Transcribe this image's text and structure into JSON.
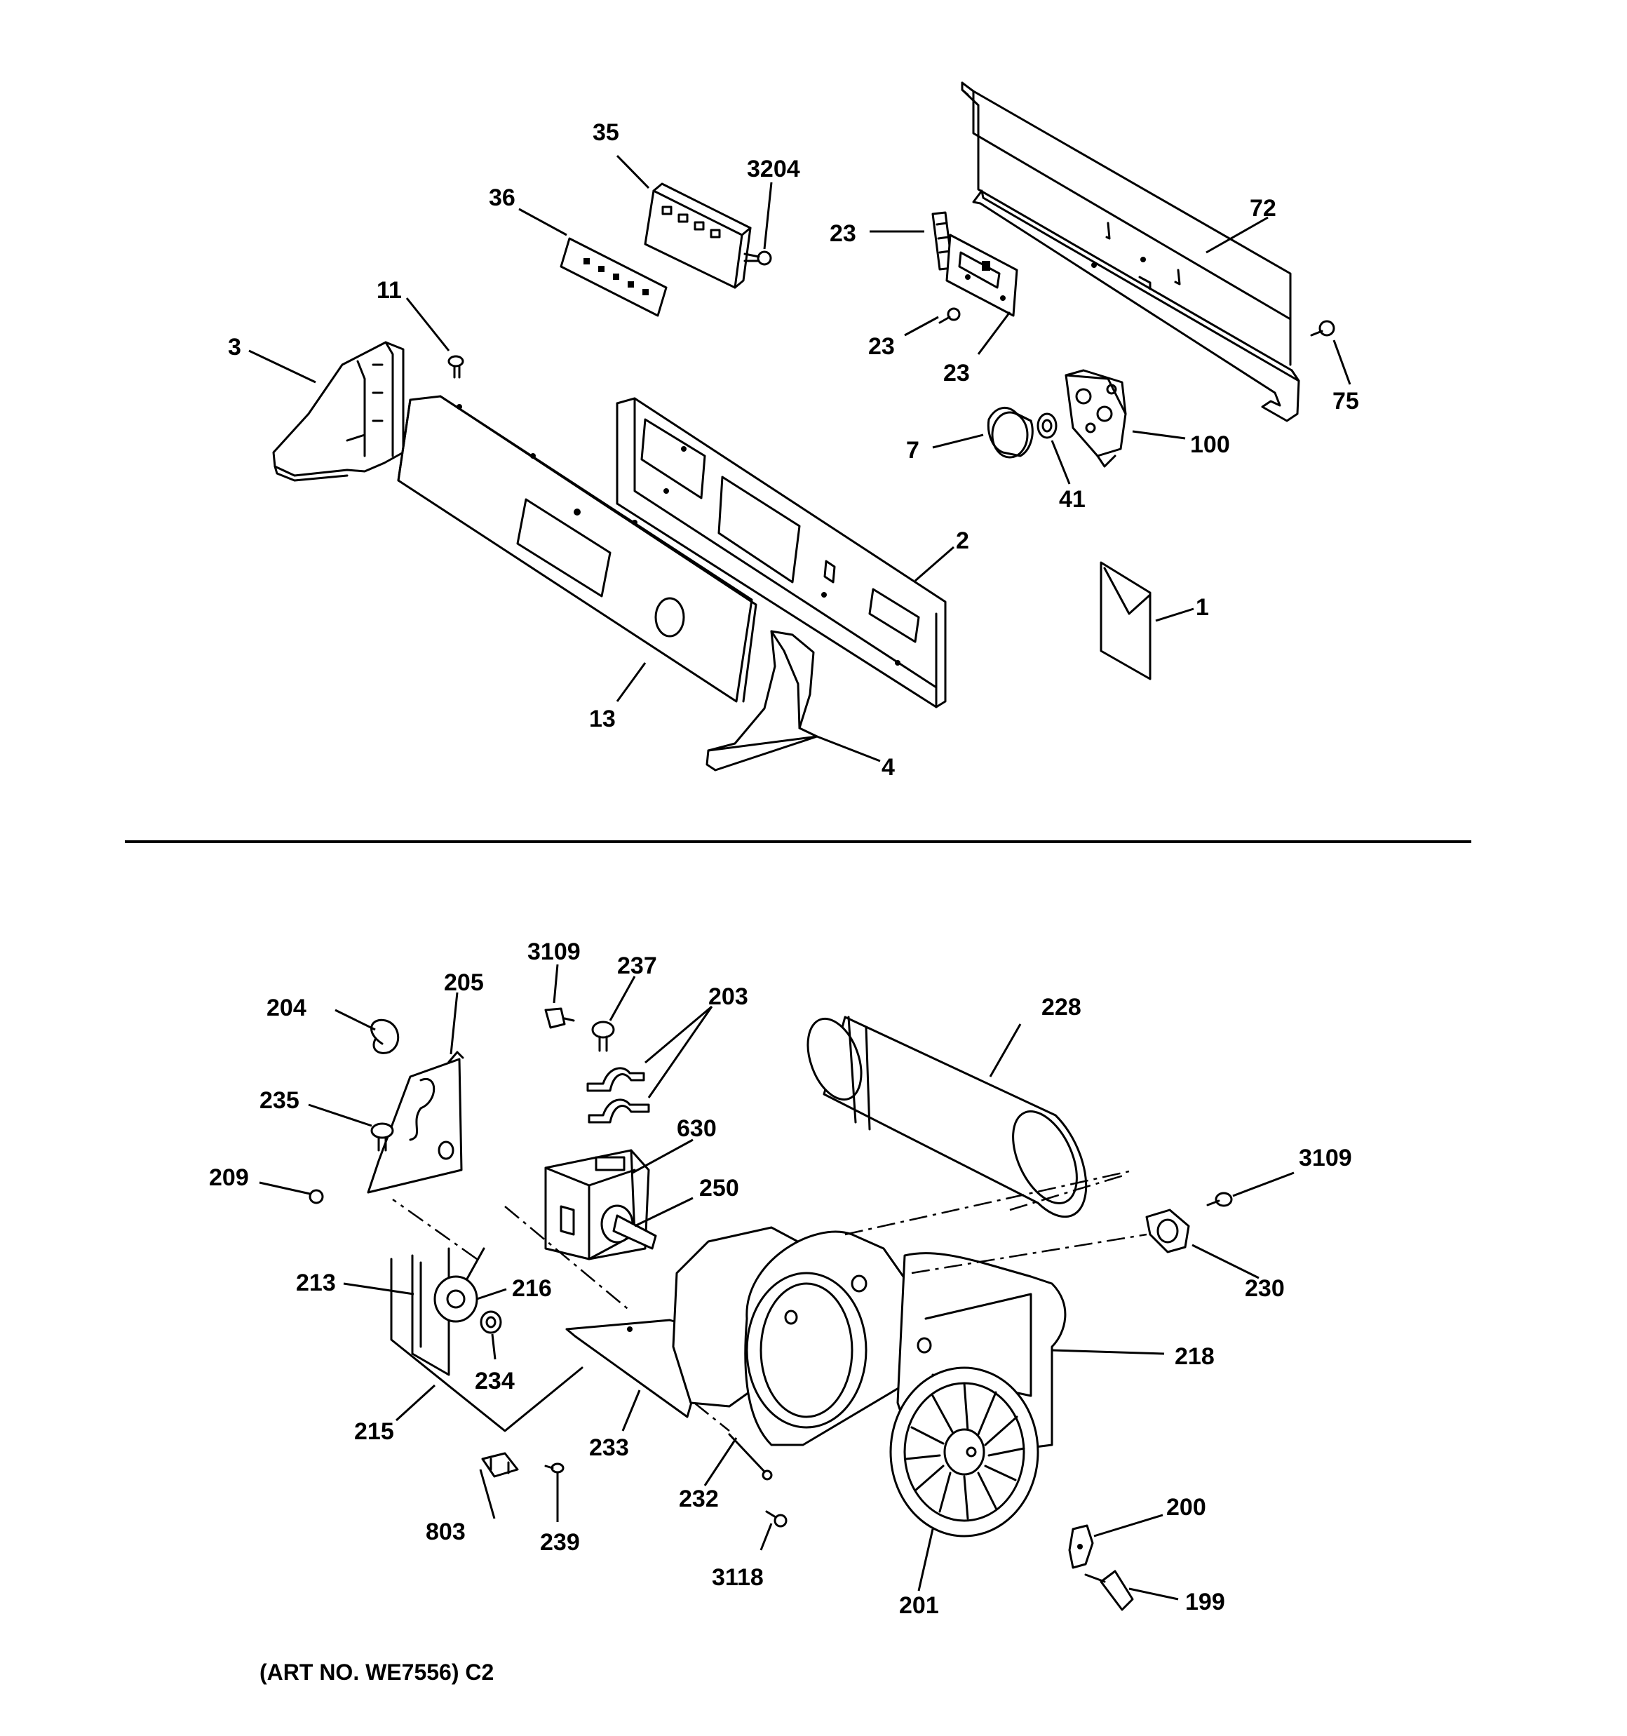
{
  "diagram": {
    "callouts": [
      "35",
      "3204",
      "36",
      "23",
      "72",
      "11",
      "3",
      "23",
      "23",
      "75",
      "100",
      "7",
      "41",
      "2",
      "1",
      "13",
      "4",
      "3109",
      "237",
      "203",
      "205",
      "204",
      "228",
      "235",
      "630",
      "209",
      "3109",
      "250",
      "213",
      "216",
      "230",
      "218",
      "234",
      "215",
      "233",
      "232",
      "803",
      "239",
      "200",
      "3118",
      "201",
      "199"
    ],
    "art_number": "(ART NO. WE7556) C2"
  }
}
